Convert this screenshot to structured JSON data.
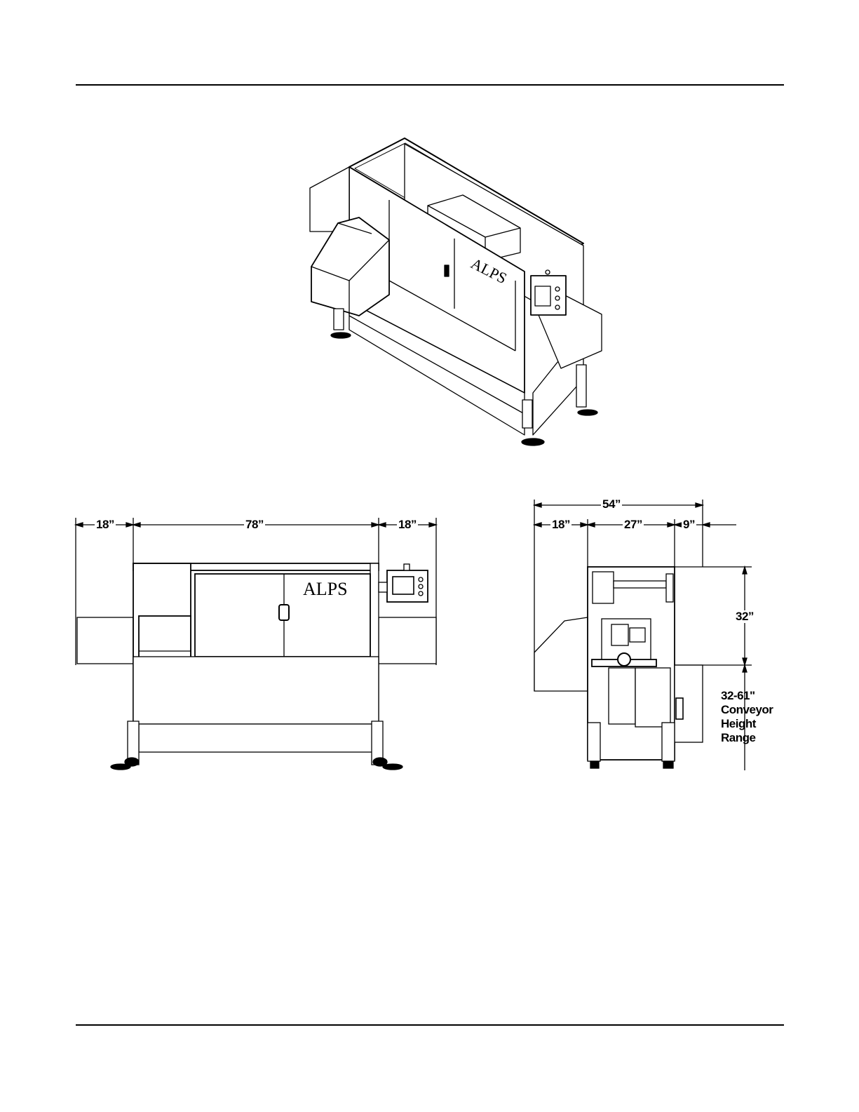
{
  "logo_text": "ALPS",
  "front_view": {
    "dims": {
      "left_side": "18”",
      "overall_length": "78”",
      "right_side": "18”"
    }
  },
  "end_view": {
    "dims": {
      "overall_width": "54”",
      "left": "18”",
      "middle": "27”",
      "right": "9”",
      "height": "32”"
    },
    "conveyor_range": {
      "line1": "32-61\"",
      "line2": "Conveyor",
      "line3": "Height",
      "line4": "Range"
    }
  },
  "colors": {
    "ink": "#000000",
    "paper": "#ffffff",
    "shade": "#cccccc"
  }
}
